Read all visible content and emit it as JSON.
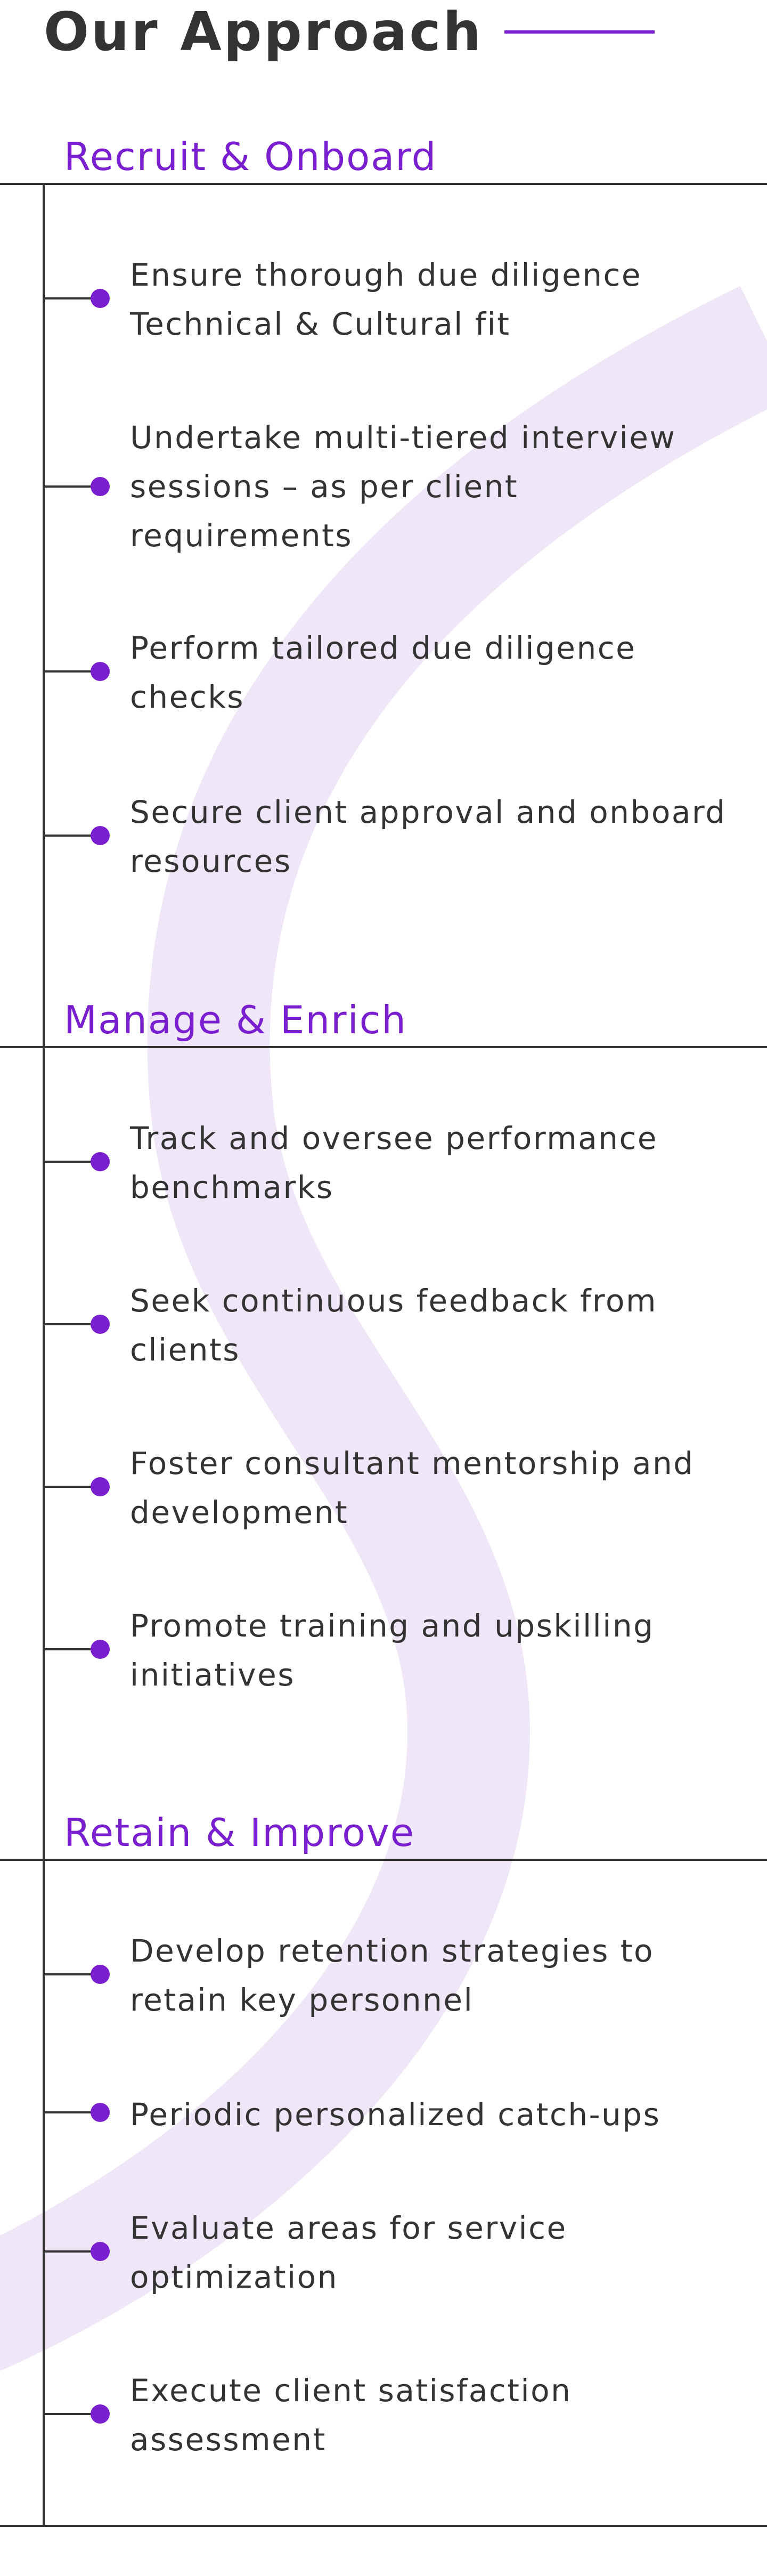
{
  "page_title": "Our Approach",
  "colors": {
    "accent": "#7a1fd0",
    "text": "#333333",
    "swoosh": "#efe6f8",
    "line": "#333333"
  },
  "sections": [
    {
      "title": "Recruit & Onboard",
      "items": [
        "Ensure thorough due diligence Technical & Cultural fit",
        "Undertake multi-tiered interview sessions – as per client requirements",
        "Perform tailored due diligence checks",
        "Secure client approval and onboard resources"
      ]
    },
    {
      "title": "Manage & Enrich",
      "items": [
        "Track and oversee performance benchmarks",
        "Seek continuous feedback from clients",
        "Foster consultant mentorship and development",
        "Promote training and upskilling initiatives"
      ]
    },
    {
      "title": "Retain & Improve",
      "items": [
        "Develop retention strategies to retain key personnel",
        "Periodic personalized catch-ups",
        "Evaluate areas for service optimization",
        "Execute client satisfaction assessment"
      ]
    }
  ]
}
